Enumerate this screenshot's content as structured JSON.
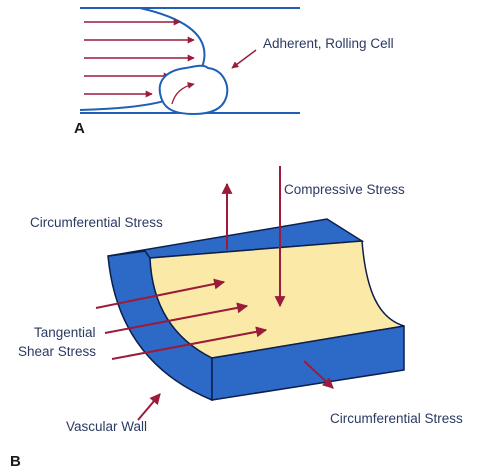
{
  "panel_a": {
    "letter": "A",
    "cell_label": "Adherent, Rolling Cell"
  },
  "panel_b": {
    "letter": "B",
    "labels": {
      "compressive": "Compressive Stress",
      "circumferential_top": "Circumferential Stress",
      "tangential_line1": "Tangential",
      "tangential_line2": "Shear Stress",
      "vascular_wall": "Vascular Wall",
      "circumferential_bottom": "Circumferential Stress"
    }
  },
  "colors": {
    "arrow": "#9b1b3b",
    "vessel_line": "#1e5fb8",
    "wall_blue": "#2d6ac8",
    "wall_outline": "#0d1f4a",
    "lumen_cream": "#fbe9a8",
    "label_text": "#2a3a63"
  }
}
